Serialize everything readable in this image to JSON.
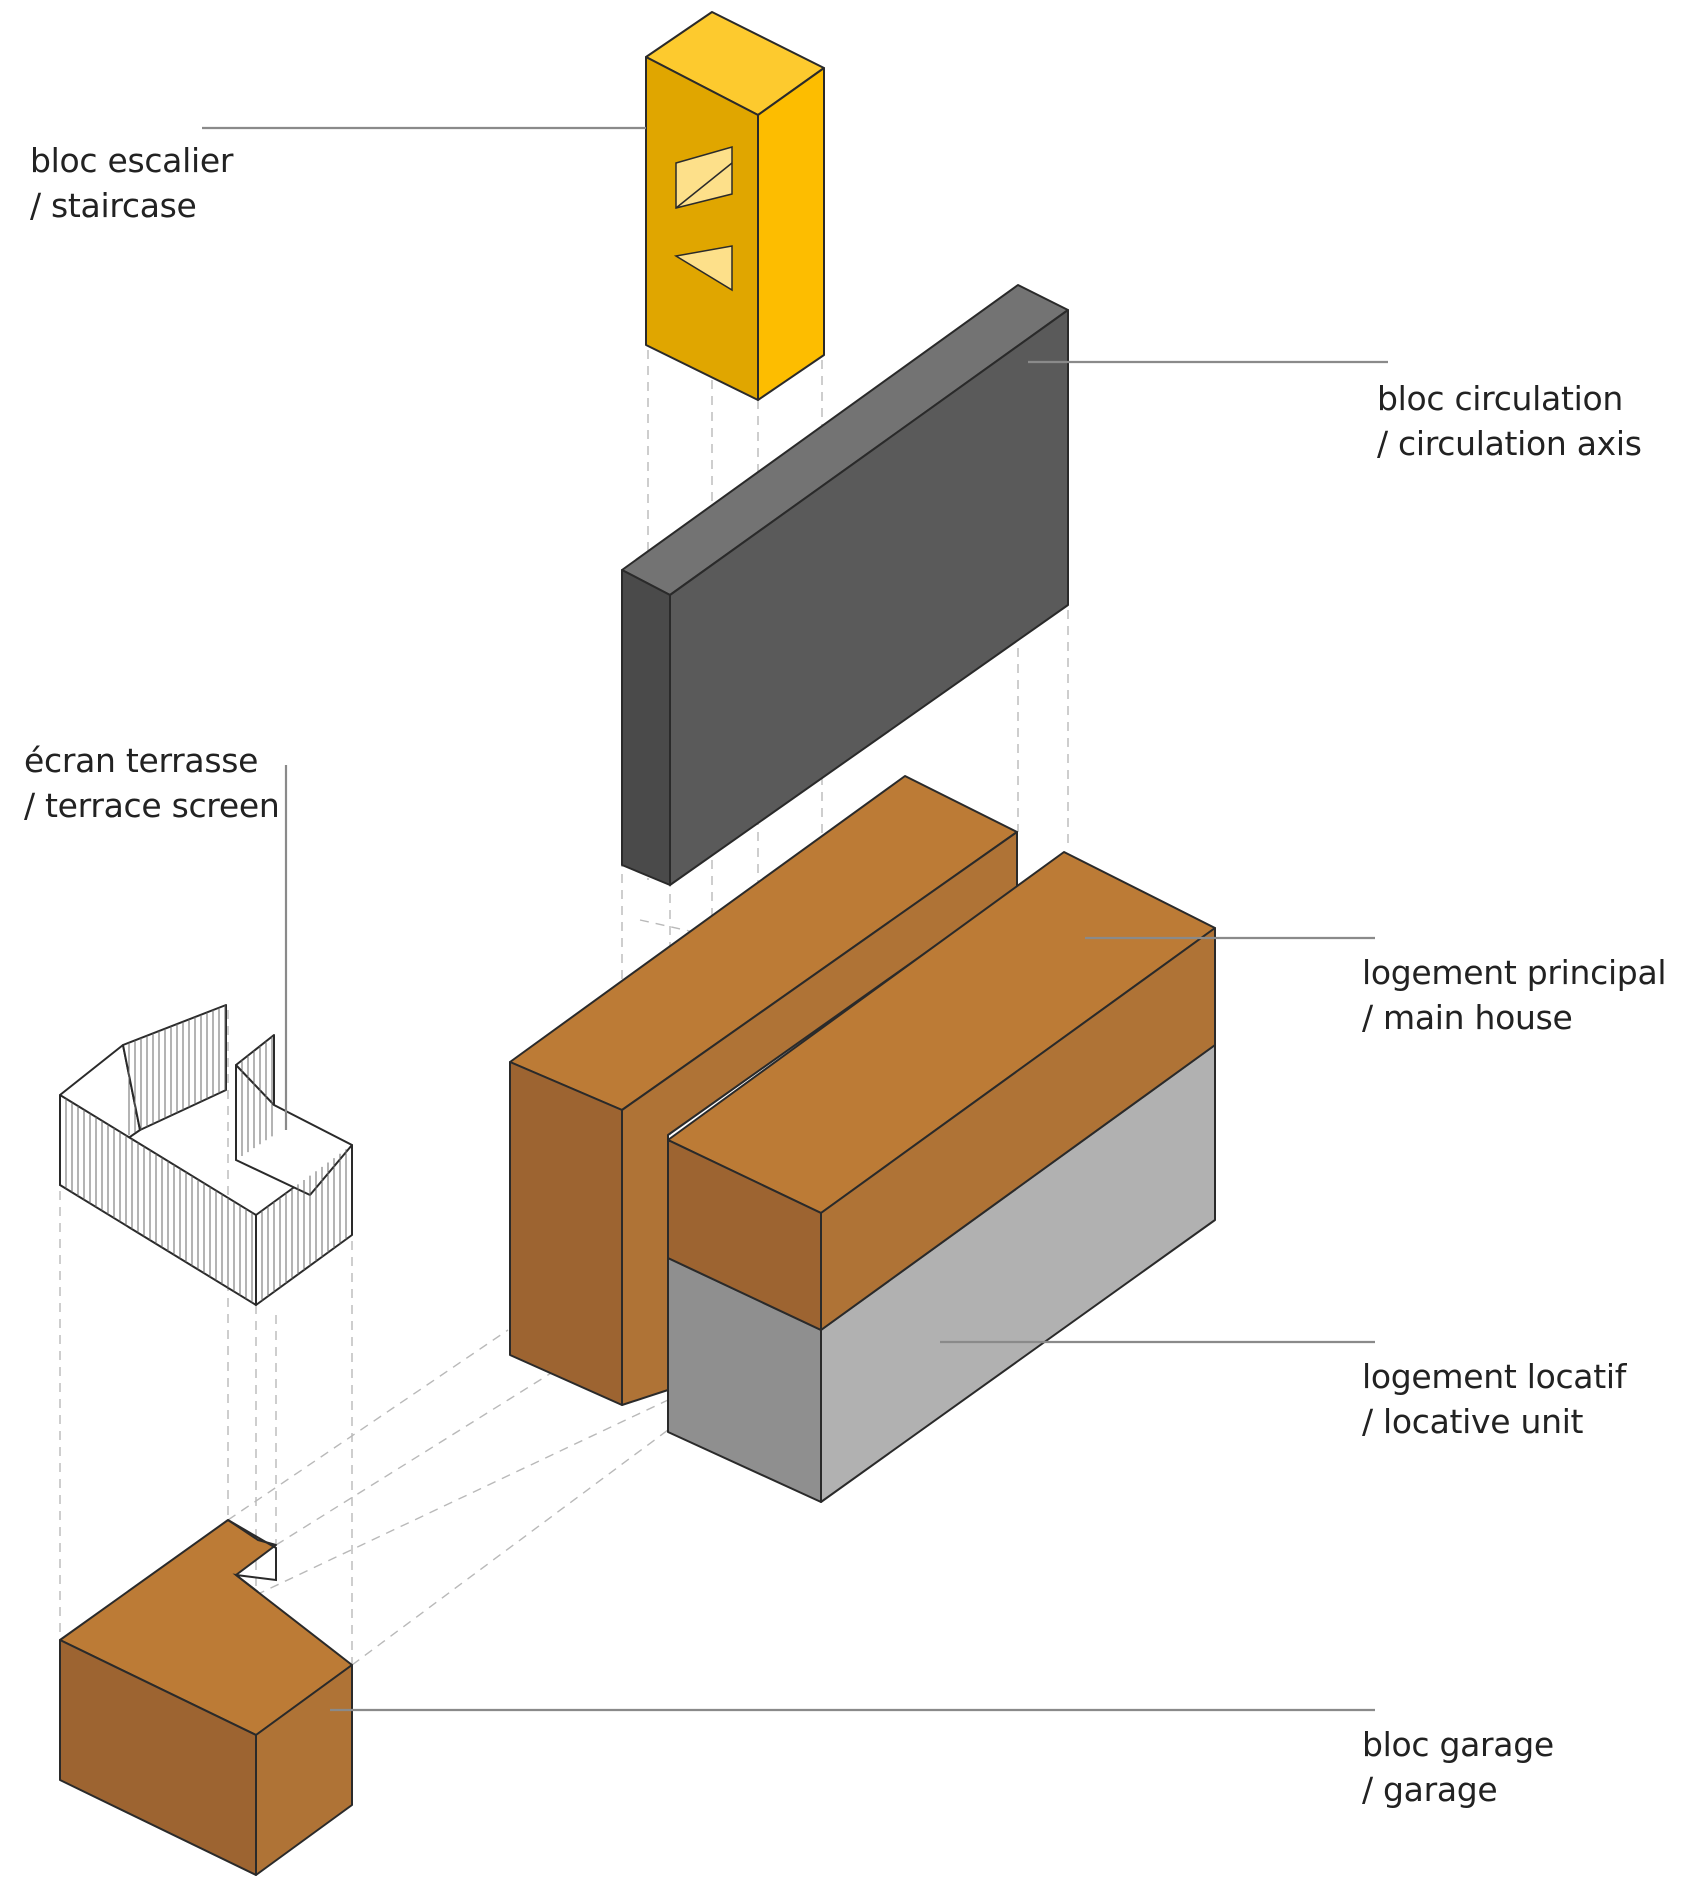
{
  "labels": {
    "staircase": {
      "fr": "bloc escalier",
      "en": "/ staircase"
    },
    "circulation": {
      "fr": "bloc circulation",
      "en": "/ circulation axis"
    },
    "terrace": {
      "fr": "écran terrasse",
      "en": "/ terrace screen"
    },
    "main_house": {
      "fr": "logement principal",
      "en": "/ main house"
    },
    "locative": {
      "fr": "logement locatif",
      "en": "/ locative unit"
    },
    "garage": {
      "fr": "bloc garage",
      "en": "/ garage"
    }
  },
  "colors": {
    "staircase_top": "#fdca2e",
    "staircase_left": "#e0a600",
    "staircase_right": "#fdbd00",
    "circulation_top": "#737373",
    "circulation_front": "#5a5a5a",
    "circulation_side": "#4a4a4a",
    "wood_top": "#bc7b36",
    "wood_front": "#9d6431",
    "wood_side": "#af7336",
    "concrete_front": "#8f8f8f",
    "concrete_side": "#b1b1b1"
  }
}
